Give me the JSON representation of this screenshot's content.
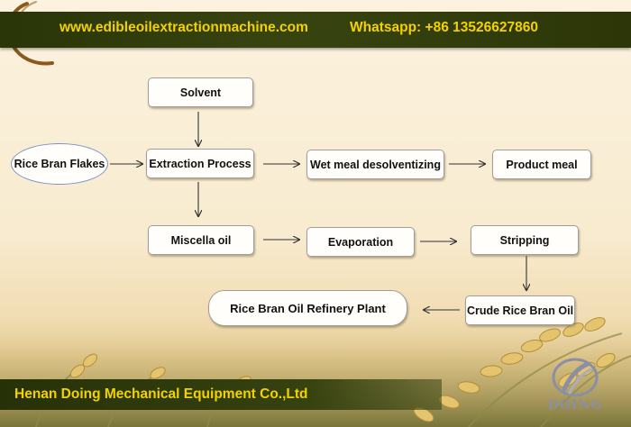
{
  "header": {
    "website": "www.edibleoilextractionmachine.com",
    "whatsapp": "Whatsapp: +86 13526627860"
  },
  "footer": {
    "company": "Henan Doing Mechanical Equipment Co.,Ltd",
    "logo_text": "DOING"
  },
  "flow": {
    "solvent": "Solvent",
    "rice_bran_flakes": "Rice Bran Flakes",
    "extraction_process": "Extraction Process",
    "wet_meal": "Wet meal desolventizing",
    "product_meal": "Product meal",
    "miscella_oil": "Miscella oil",
    "evaporation": "Evaporation",
    "stripping": "Stripping",
    "crude_oil": "Crude Rice Bran Oil",
    "refinery": "Rice Bran Oil Refinery Plant"
  },
  "colors": {
    "bar": "#344010",
    "bar_text": "#f3d200",
    "background": "#f8ebcf"
  }
}
